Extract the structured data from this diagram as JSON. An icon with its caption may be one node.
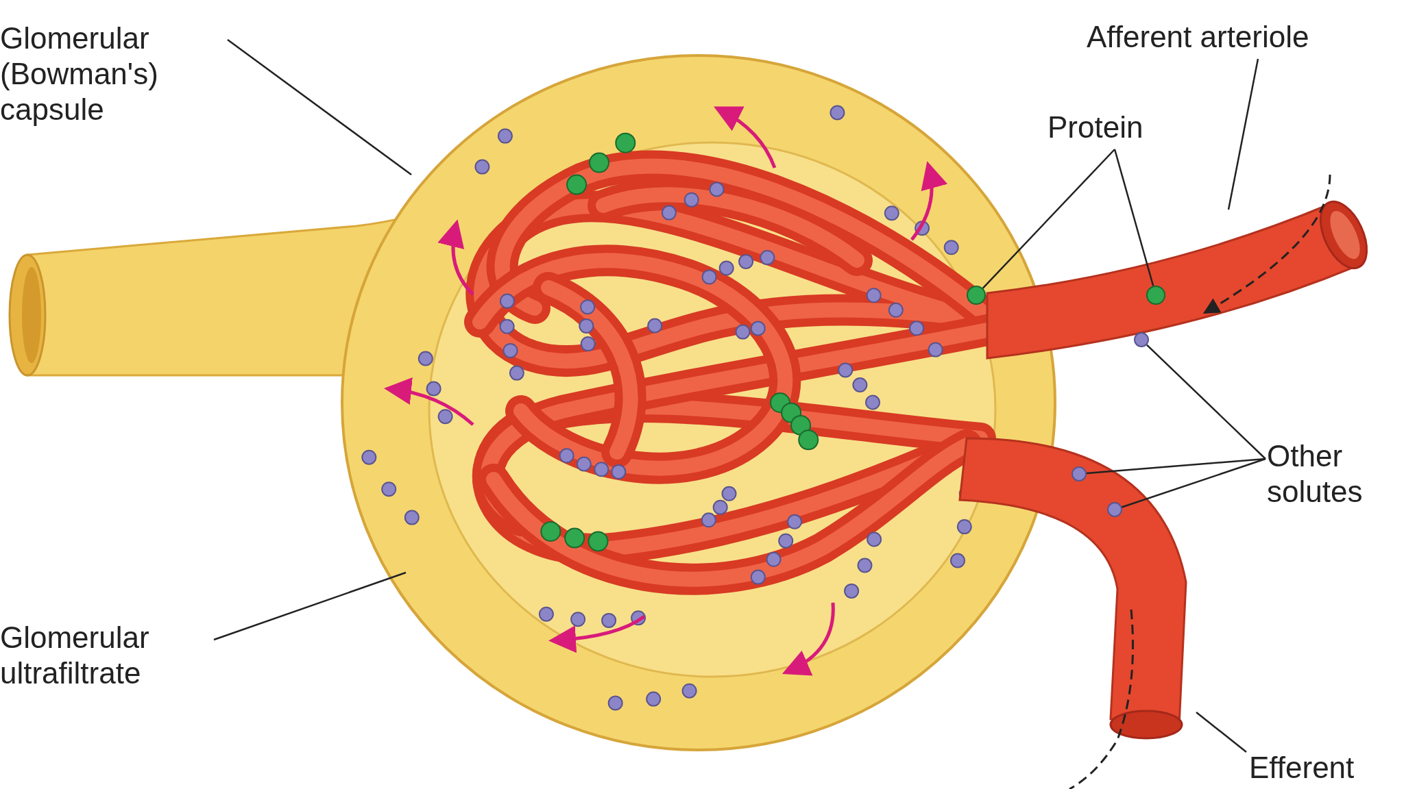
{
  "diagram": {
    "nodes": [
      {
        "text": [
          "Glomerular (Bowman's) capsule"
        ]
      },
      {
        "text": [],
        "shape": "picture"
      },
      {
        "text": [
          "Afferent arteriole"
        ]
      },
      {
        "text": [],
        "shape": "picture"
      },
      {
        "text": [
          "Protein"
        ]
      },
      {
        "text": [],
        "shape": "circle",
        "in": 1
      },
      {
        "text": [],
        "shape": "circle",
        "in": 3
      },
      {
        "text": [
          "Other solutes"
        ]
      },
      {
        "text": [],
        "shape": "circle",
        "in": 3
      },
      {
        "text": [],
        "shape": "circle",
        "in": 13
      },
      {
        "text": [],
        "shape": "circle",
        "in": 13
      },
      {
        "text": [
          "Glomerular ultrafiltrate"
        ]
      },
      {
        "text": [
          "Efferent"
        ]
      },
      {
        "text": [],
        "shape": "picture"
      }
    ],
    "edges": [
      {
        "from": 0,
        "to": 1,
        "arrow": "none"
      },
      {
        "from": 2,
        "to": 3,
        "arrow": "none"
      },
      {
        "from": 4,
        "to": 5,
        "arrow": "none"
      },
      {
        "from": 4,
        "to": 6,
        "arrow": "none"
      },
      {
        "from": 7,
        "to": 8,
        "arrow": "none"
      },
      {
        "from": 7,
        "to": 9,
        "arrow": "none"
      },
      {
        "from": 7,
        "to": 10,
        "arrow": "none"
      },
      {
        "from": 11,
        "to": 1,
        "arrow": "none"
      },
      {
        "from": 12,
        "to": 13,
        "arrow": "none"
      }
    ]
  }
}
